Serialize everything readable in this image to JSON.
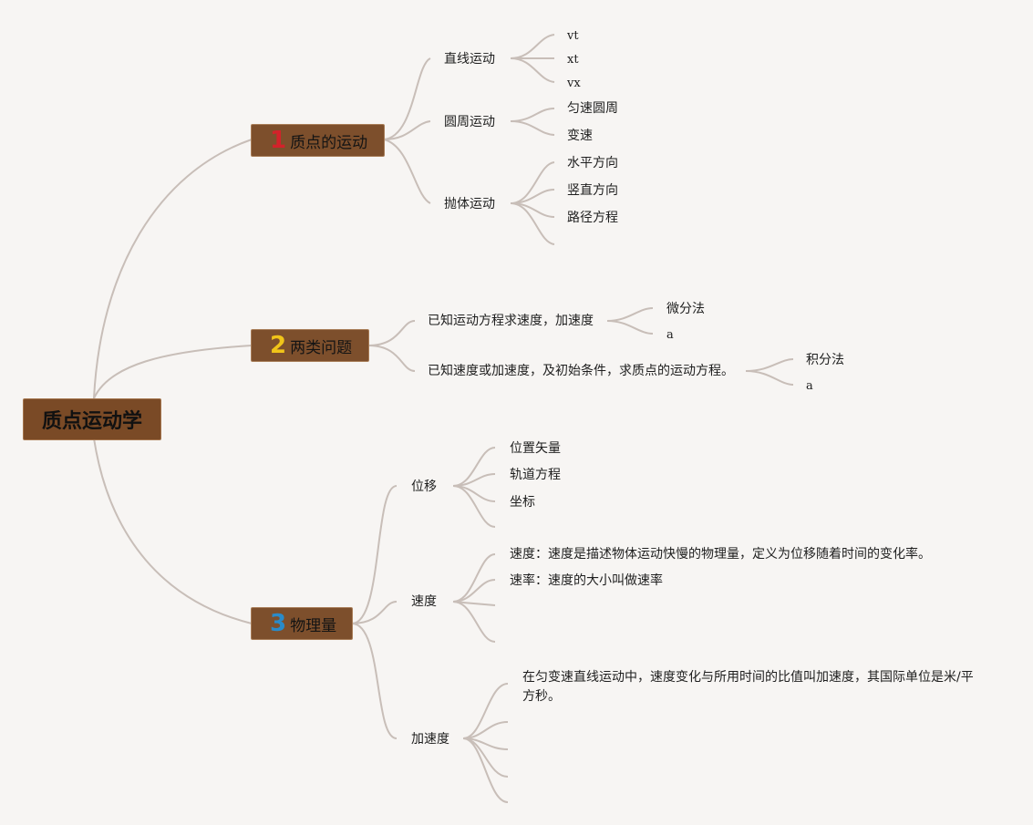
{
  "root": {
    "label": "质点运动学"
  },
  "topics": [
    {
      "num": "1",
      "num_color": "#d3222a",
      "label": "质点的运动",
      "children": [
        {
          "label": "直线运动",
          "children": [
            "vt",
            "xt",
            "vx"
          ]
        },
        {
          "label": "圆周运动",
          "children": [
            "匀速圆周",
            "变速"
          ]
        },
        {
          "label": "抛体运动",
          "children": [
            "水平方向",
            "竖直方向",
            "路径方程"
          ]
        }
      ]
    },
    {
      "num": "2",
      "num_color": "#f0c419",
      "label": "两类问题",
      "children": [
        {
          "label": "已知运动方程求速度，加速度",
          "children": [
            "微分法",
            "a"
          ]
        },
        {
          "label": "已知速度或加速度，及初始条件，求质点的运动方程。",
          "children": [
            "积分法",
            "a"
          ]
        }
      ]
    },
    {
      "num": "3",
      "num_color": "#2a8bc9",
      "label": "物理量",
      "children": [
        {
          "label": "位移",
          "children": [
            "位置矢量",
            "轨道方程",
            "坐标"
          ]
        },
        {
          "label": "速度",
          "children": [
            "速度：速度是描述物体运动快慢的物理量，定义为位移随着时间的变化率。",
            "速率：速度的大小叫做速率"
          ]
        },
        {
          "label": "加速度",
          "children": [
            "在匀变速直线运动中，速度变化与所用时间的比值叫加速度，其国际单位是米/平方秒。"
          ]
        }
      ]
    }
  ],
  "colors": {
    "line": "#c8beb8",
    "node_fill": "#7d4f2c",
    "background": "#f7f5f3"
  }
}
